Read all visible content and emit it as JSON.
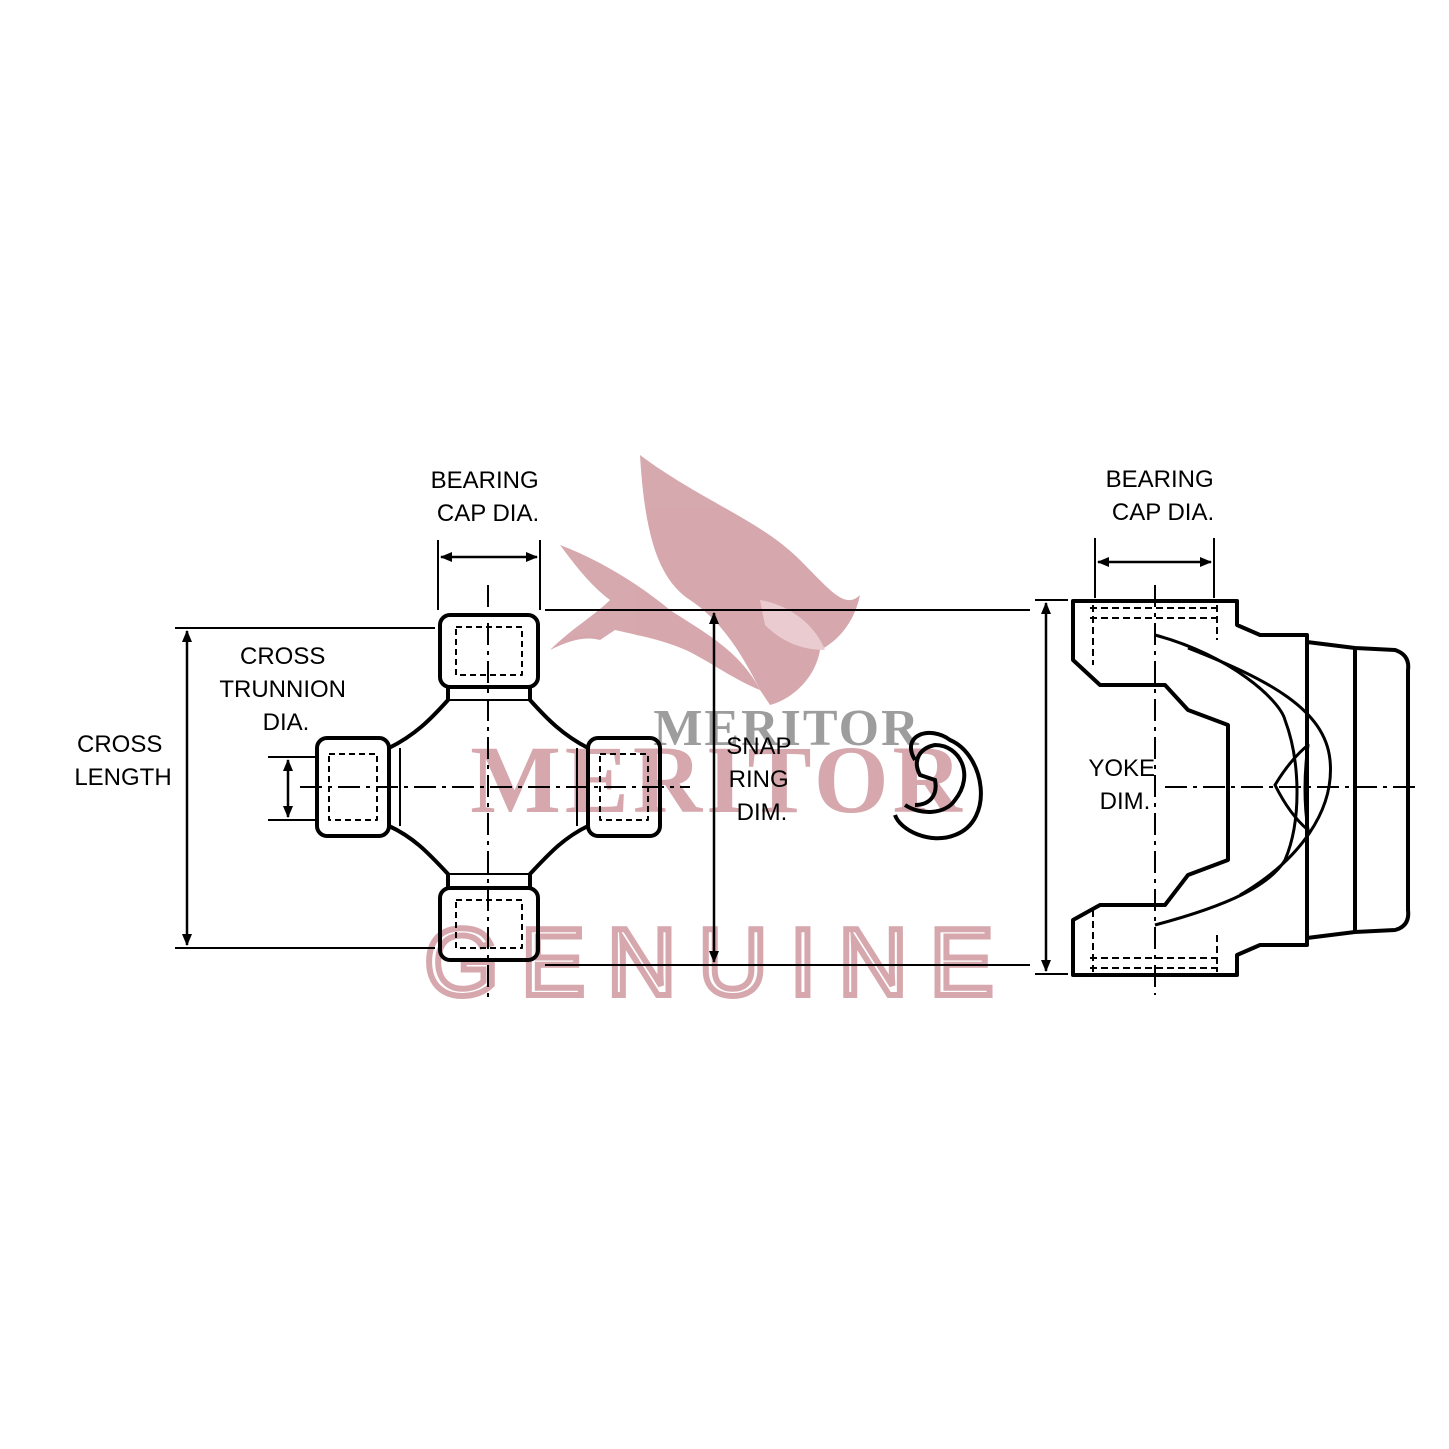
{
  "colors": {
    "line": "#000000",
    "watermark": "#cf9aa0",
    "watermark_gray": "#8c8c8c",
    "background": "#ffffff"
  },
  "labels": {
    "bearing_cap_dia_left": [
      "BEARING",
      "CAP DIA."
    ],
    "bearing_cap_dia_right": [
      "BEARING",
      "CAP DIA."
    ],
    "cross_trunnion_dia": [
      "CROSS",
      "TRUNNION",
      "DIA."
    ],
    "cross_length": [
      "CROSS",
      "LENGTH"
    ],
    "snap_ring_dim": [
      "SNAP",
      "RING",
      "DIM."
    ],
    "yoke_dim": [
      "YOKE",
      "DIM."
    ]
  },
  "watermark": {
    "brand_small": "MERITOR",
    "brand_large": "MERITOR",
    "tagline": "GENUINE",
    "logo_icon": "bison-head-icon"
  }
}
